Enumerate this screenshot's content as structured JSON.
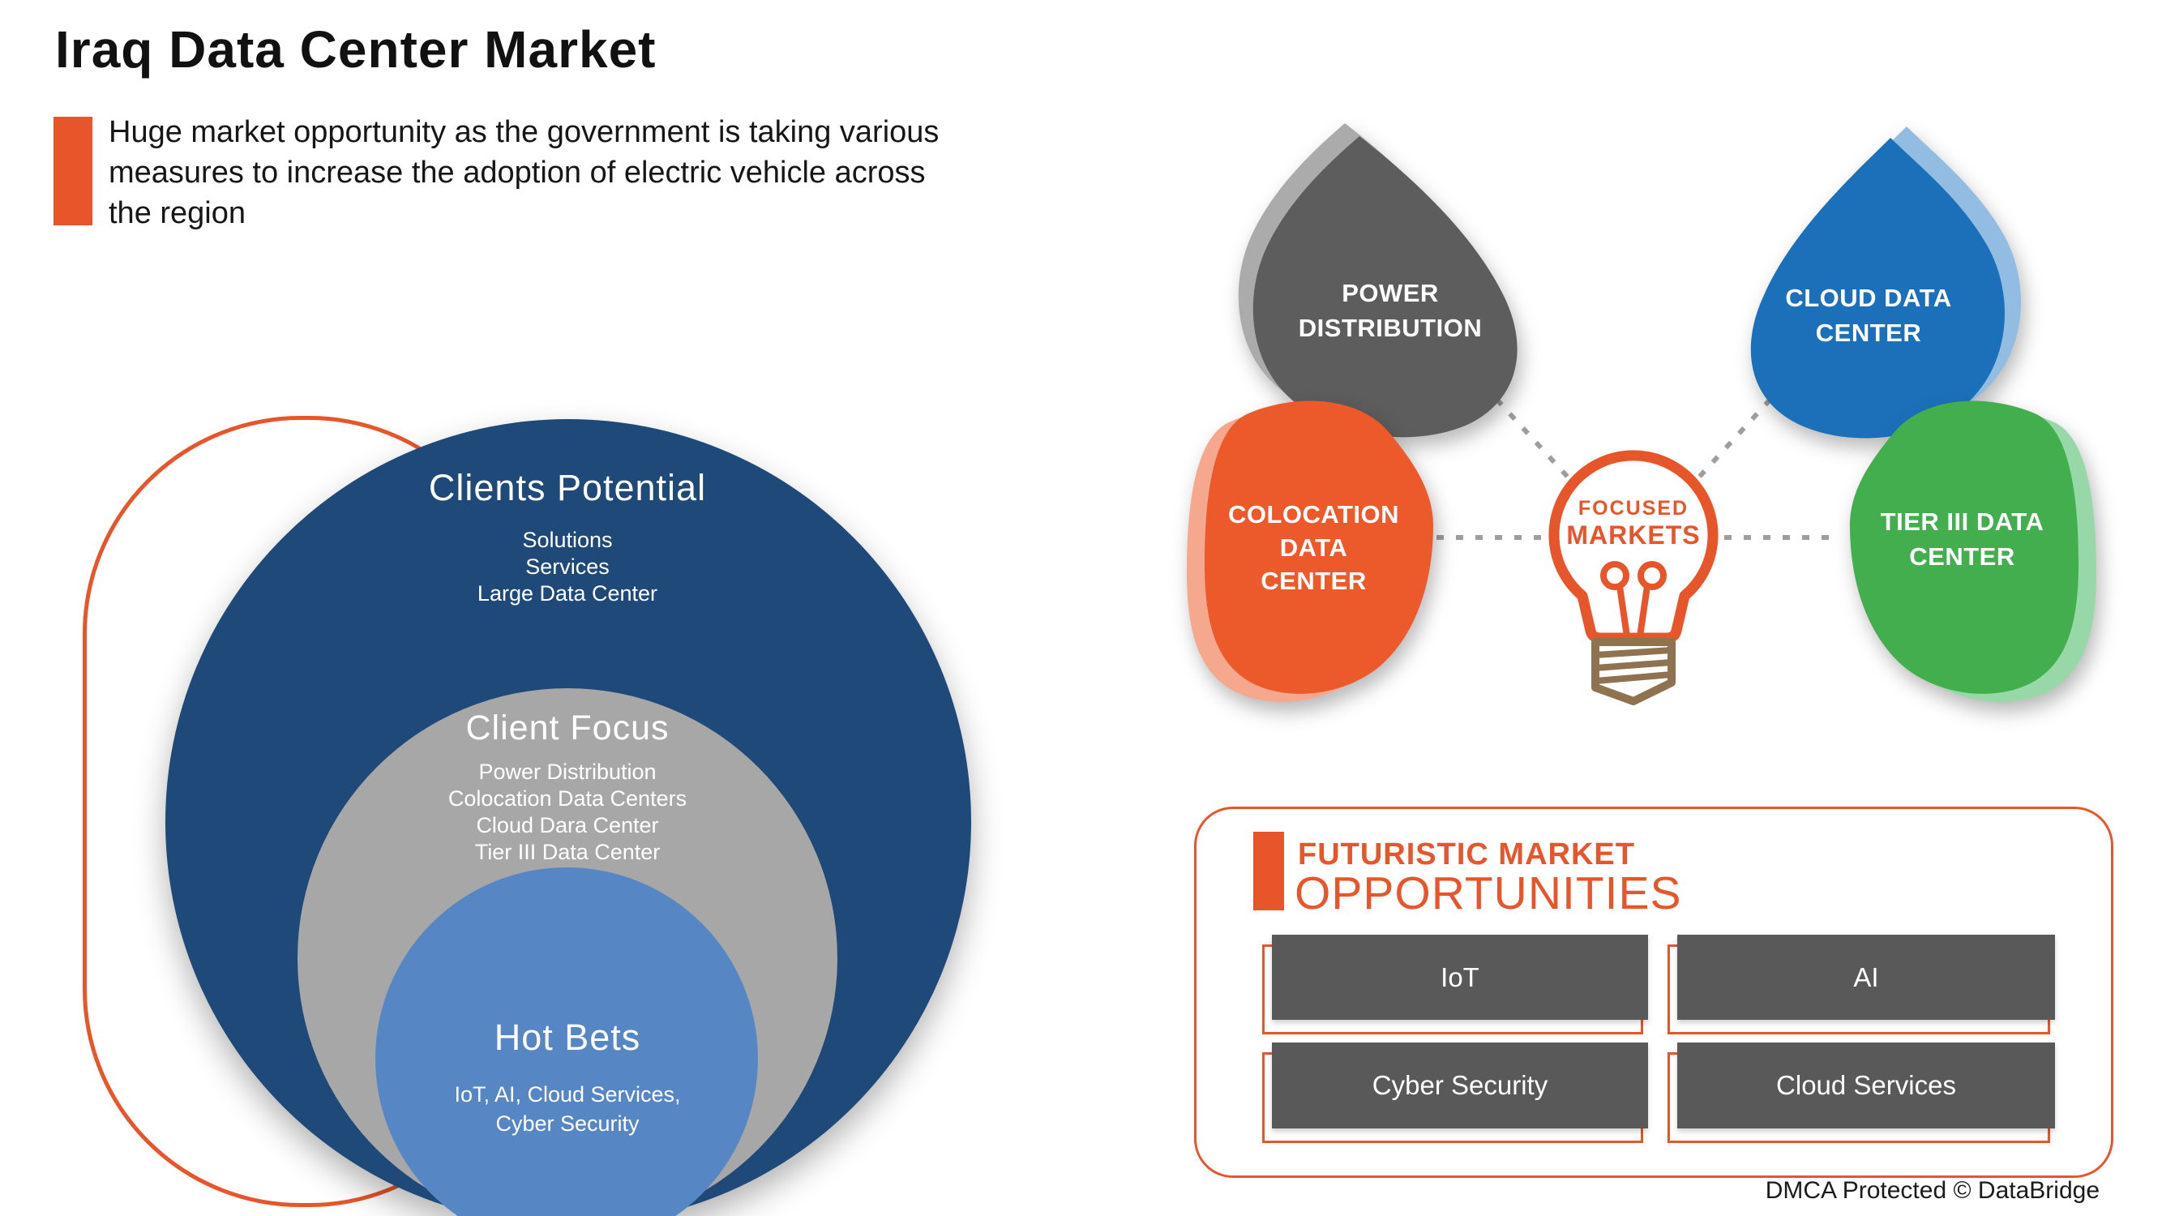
{
  "header": {
    "title": "Iraq Data Center Market",
    "subtitle_lines": [
      "Huge market opportunity as the government is taking various",
      "measures to increase the adoption of electric vehicle across",
      "the region"
    ]
  },
  "colors": {
    "accent_orange": "#E7562B",
    "venn_outer_navy": "#1E4978",
    "venn_middle_gray": "#A7A7A7",
    "venn_inner_blue": "#5687C4",
    "node_gray": "#5D5D5D",
    "node_gray_shadow": "#ABABAB",
    "node_blue": "#1C70BA",
    "node_blue_shadow": "#93BCE2",
    "node_orange": "#EC5A2C",
    "node_orange_shadow": "#F5A88E",
    "node_green": "#42AE4D",
    "node_green_shadow": "#98D8A8",
    "bulb_base_brown": "#8F7351",
    "dash_gray": "#9E9E9E",
    "opportunity_box_gray": "#595959"
  },
  "venn": {
    "outer": {
      "title": "Clients Potential",
      "lines": [
        "Solutions",
        "Services",
        "Large Data Center"
      ]
    },
    "middle": {
      "title": "Client Focus",
      "lines": [
        "Power Distribution",
        "Colocation Data Centers",
        "Cloud Dara Center",
        "Tier III Data Center"
      ]
    },
    "inner": {
      "title": "Hot Bets",
      "lines": [
        "IoT, AI, Cloud Services,",
        "Cyber Security"
      ]
    }
  },
  "focus_map": {
    "center": {
      "lines": [
        "FOCUSED",
        "MARKETS"
      ]
    },
    "nodes": [
      {
        "id": "power-distribution",
        "lines": [
          "POWER",
          "DISTRIBUTION"
        ],
        "color": "#5D5D5D",
        "shadow": "#ABABAB"
      },
      {
        "id": "cloud-data-center",
        "lines": [
          "CLOUD DATA",
          "CENTER"
        ],
        "color": "#1C70BA",
        "shadow": "#93BCE2"
      },
      {
        "id": "colocation-data-center",
        "lines": [
          "COLOCATION",
          "DATA",
          "CENTER"
        ],
        "color": "#EC5A2C",
        "shadow": "#F5A88E"
      },
      {
        "id": "tier-iii-data-center",
        "lines": [
          "TIER III DATA",
          "CENTER"
        ],
        "color": "#42AE4D",
        "shadow": "#98D8A8"
      }
    ]
  },
  "opportunities": {
    "heading_line1": "FUTURISTIC MARKET",
    "heading_line2": "OPPORTUNITIES",
    "items": [
      "IoT",
      "AI",
      "Cyber Security",
      "Cloud Services"
    ]
  },
  "footer": {
    "dmca": "DMCA Protected © DataBridge"
  }
}
